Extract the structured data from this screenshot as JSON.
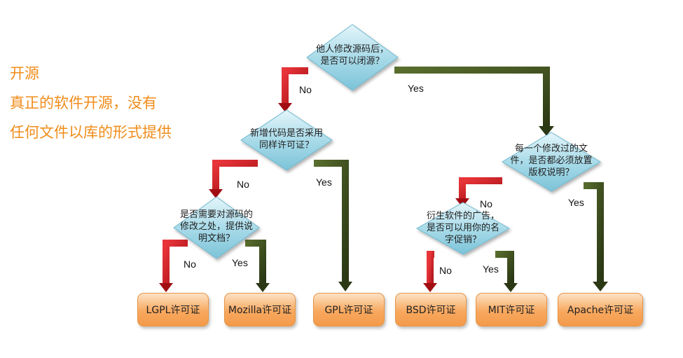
{
  "headings": [
    "开源",
    "真正的软件开源，没有",
    "任何文件以库的形式提供"
  ],
  "decisions": {
    "d1": [
      "他人修改源码后，",
      "是否可以闭源？"
    ],
    "d2": [
      "新增代码是否采用",
      "同样许可证？"
    ],
    "d3": [
      "是否需要对源码的",
      "修改之处，提供说",
      "明文档？"
    ],
    "d4": [
      "每一个修改过的文",
      "件，是否都必须放置",
      "版权说明？"
    ],
    "d5": [
      "衍生软件的广告，",
      "是否可以用你的名",
      "字促销？"
    ]
  },
  "edge_labels": {
    "no": "No",
    "yes": "Yes"
  },
  "licenses": [
    "LGPL许可证",
    "Mozilla许可证",
    "GPL许可证",
    "BSD许可证",
    "MIT许可证",
    "Apache许可证"
  ],
  "colors": {
    "heading": "#f08c1a",
    "no_arrow": "#c8141c",
    "yes_arrow": "#3a4a1c",
    "diamond": "#a9dbe9",
    "license_box": "#f8a85e"
  }
}
